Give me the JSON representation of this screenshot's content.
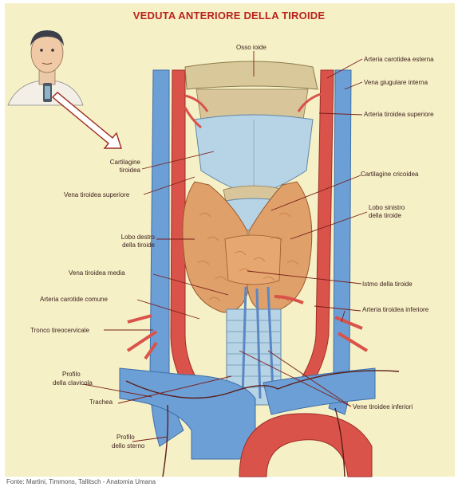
{
  "title": "VEDUTA ANTERIORE DELLA TIROIDE",
  "source": "Fonte: Martini, Timmons, Tallitsch - Anatomia Umana",
  "labels": {
    "osso_ioide": "Osso ioide",
    "arteria_carotidea_esterna": "Arteria carotidea esterna",
    "vena_giugulare_interna": "Vena giugulare interna",
    "arteria_tiroidea_superiore": "Arteria tiroidea superiore",
    "cartilagine_tiroidea_1": "Cartilagine",
    "cartilagine_tiroidea_2": "tiroidea",
    "cartilagine_cricoidea": "Cartilagine cricoidea",
    "vena_tiroidea_superiore": "Vena tiroidea superiore",
    "lobo_sinistro_1": "Lobo sinistro",
    "lobo_sinistro_2": "della tiroide",
    "lobo_destro_1": "Lobo destro",
    "lobo_destro_2": "della tiroide",
    "vena_tiroidea_media": "Vena tiroidea media",
    "istmo_tiroide": "Istmo della tiroide",
    "arteria_carotide_comune": "Arteria carotide comune",
    "arteria_tiroidea_inferiore": "Arteria tiroidea inferiore",
    "tronco_tireocervicale": "Tronco tireocervicale",
    "profilo_clavicola_1": "Profilo",
    "profilo_clavicola_2": "della clavicola",
    "trachea": "Trachea",
    "vene_tiroidee_inferiori": "Vene tiroidee inferiori",
    "profilo_sterno_1": "Profilo",
    "profilo_sterno_2": "dello sterno"
  },
  "colors": {
    "background": "#f6f0c7",
    "title": "#b8231b",
    "artery": "#d9534a",
    "vein": "#6c9fd6",
    "thyroid": "#e0a06a",
    "cartilage": "#b7d3e6",
    "hyoid": "#d9c89a",
    "leader": "#7a1f1a"
  }
}
